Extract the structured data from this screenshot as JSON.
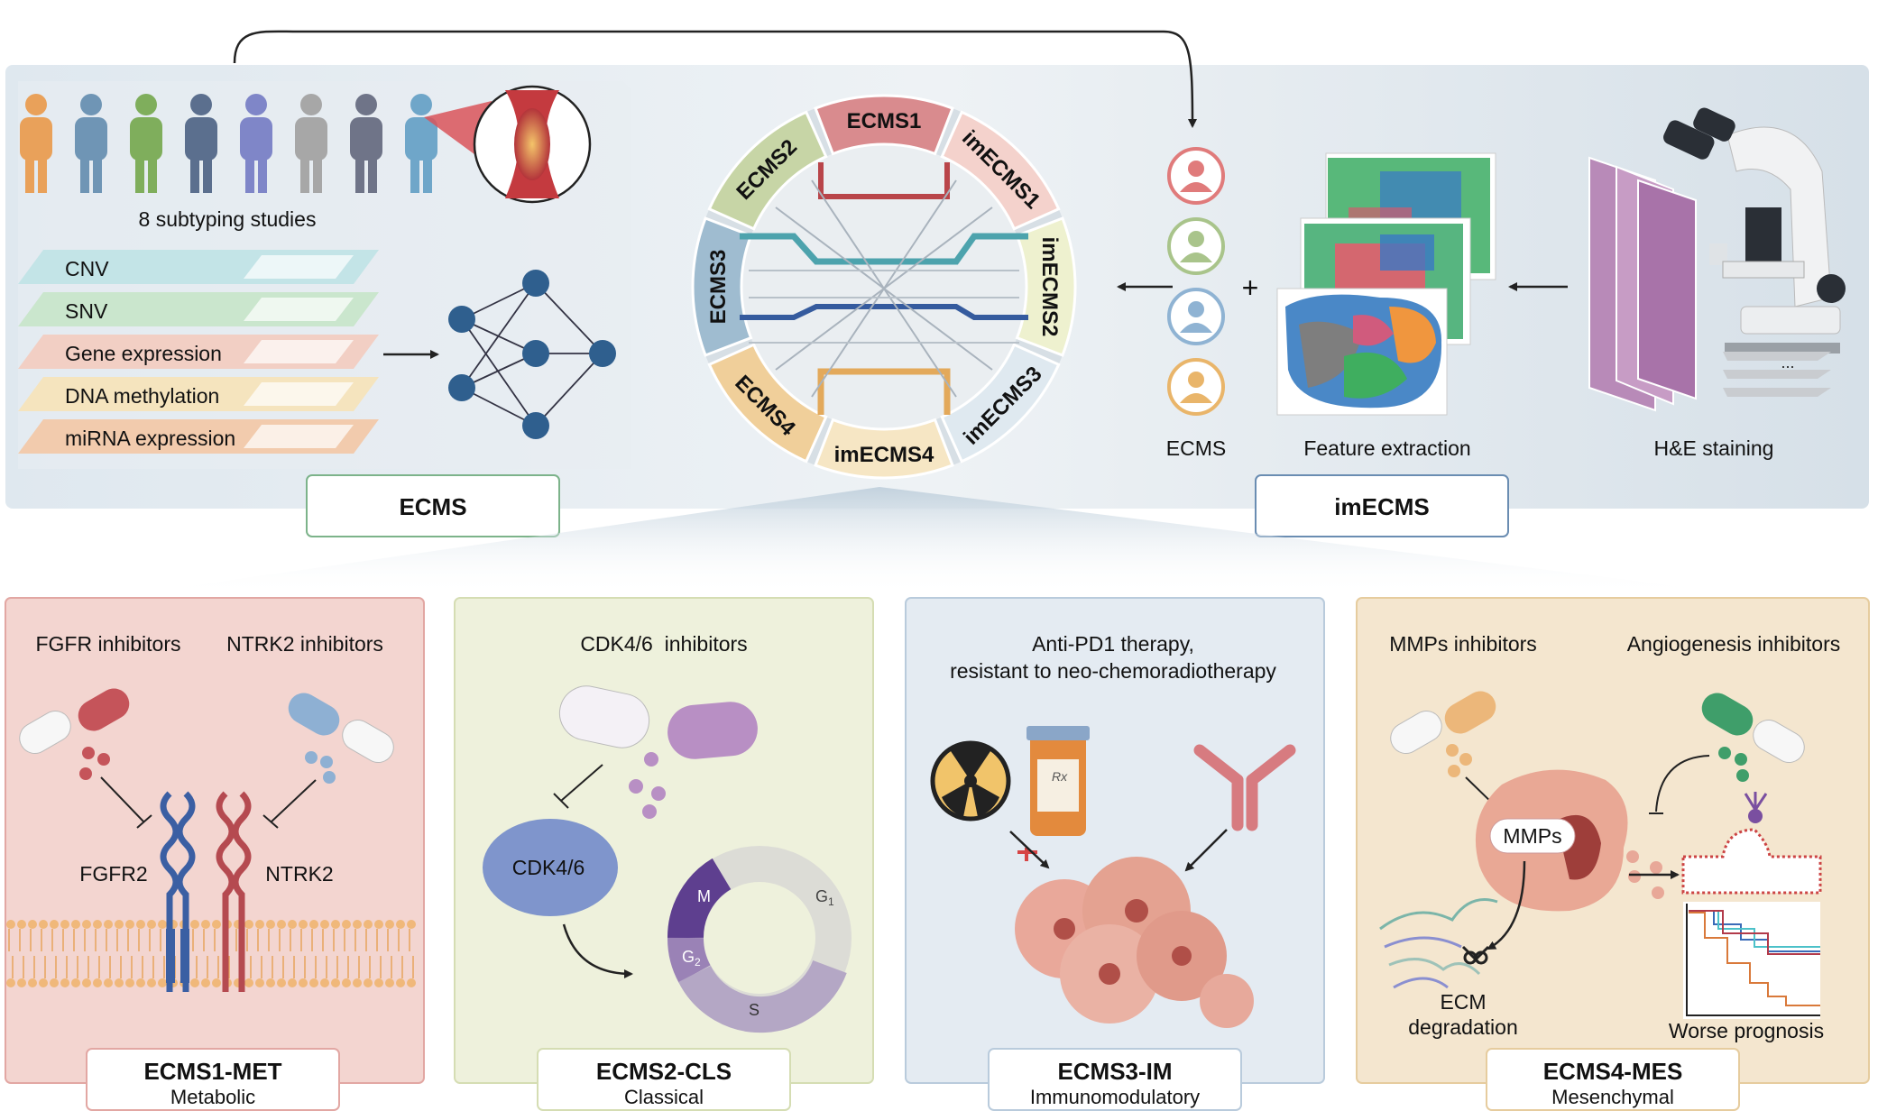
{
  "top": {
    "ecms_box_label": "ECMS",
    "imecms_box_label": "imECMS",
    "studies_label": "8 subtyping studies",
    "omics_layers": [
      {
        "label": "CNV",
        "color": "#bfe3e6"
      },
      {
        "label": "SNV",
        "color": "#c6e6c9"
      },
      {
        "label": "Gene expression",
        "color": "#f3ccbf"
      },
      {
        "label": "DNA methylation",
        "color": "#f6e3b8"
      },
      {
        "label": "miRNA expression",
        "color": "#f3c8a5"
      }
    ],
    "people_colors": [
      "#e9a15a",
      "#6f95b5",
      "#7fae5c",
      "#5b6f8e",
      "#7f86c8",
      "#a7a7a7",
      "#6f7488",
      "#6fa6c9"
    ],
    "ring_segments": [
      {
        "label": "ECMS1",
        "color": "#d98b8e"
      },
      {
        "label": "imECMS1",
        "color": "#f4d2cc"
      },
      {
        "label": "imECMS2",
        "color": "#eef1cf"
      },
      {
        "label": "imECMS3",
        "color": "#dfe9f0"
      },
      {
        "label": "imECMS4",
        "color": "#f6e6c4"
      },
      {
        "label": "ECMS4",
        "color": "#f0cf9a"
      },
      {
        "label": "ECMS3",
        "color": "#9fbcd0"
      },
      {
        "label": "ECMS2",
        "color": "#c7d5a6"
      }
    ],
    "subtype_icon_colors": [
      "#e07b7b",
      "#a9c48b",
      "#8fb3d3",
      "#e9b56a"
    ],
    "ecms_label": "ECMS",
    "feature_label": "Feature extraction",
    "he_label": "H&E staining",
    "plus_symbol": "+",
    "dots_symbol": "..."
  },
  "panels": [
    {
      "title": "ECMS1-MET",
      "subtitle": "Metabolic",
      "drug_left": "FGFR inhibitors",
      "drug_right": "NTRK2 inhibitors",
      "receptor_left": "FGFR2",
      "receptor_right": "NTRK2",
      "bg": "#f3d5d0",
      "border": "#e2a7a3"
    },
    {
      "title": "ECMS2-CLS",
      "subtitle": "Classical",
      "drug": "CDK4/6  inhibitors",
      "protein": "CDK4/6",
      "phase_m": "M",
      "phase_g1": "G",
      "phase_g1_sub": "1",
      "phase_g2": "G",
      "phase_g2_sub": "2",
      "phase_s": "S",
      "bg": "#eef1dc",
      "border": "#d5ddb3"
    },
    {
      "title": "ECMS3-IM",
      "subtitle": "Immunomodulatory",
      "therapy_line1": "Anti-PD1 therapy,",
      "therapy_line2": "resistant to neo-chemoradiotherapy",
      "rx": "Rx",
      "bg": "#e4ebf2",
      "border": "#b9cbdc"
    },
    {
      "title": "ECMS4-MES",
      "subtitle": "Mesenchymal",
      "drug_left": "MMPs inhibitors",
      "drug_right": "Angiogenesis inhibitors",
      "mmps": "MMPs",
      "ecm_line1": "ECM",
      "ecm_line2": "degradation",
      "prognosis": "Worse prognosis",
      "bg": "#f4e6cf",
      "border": "#e6cc9e"
    }
  ]
}
